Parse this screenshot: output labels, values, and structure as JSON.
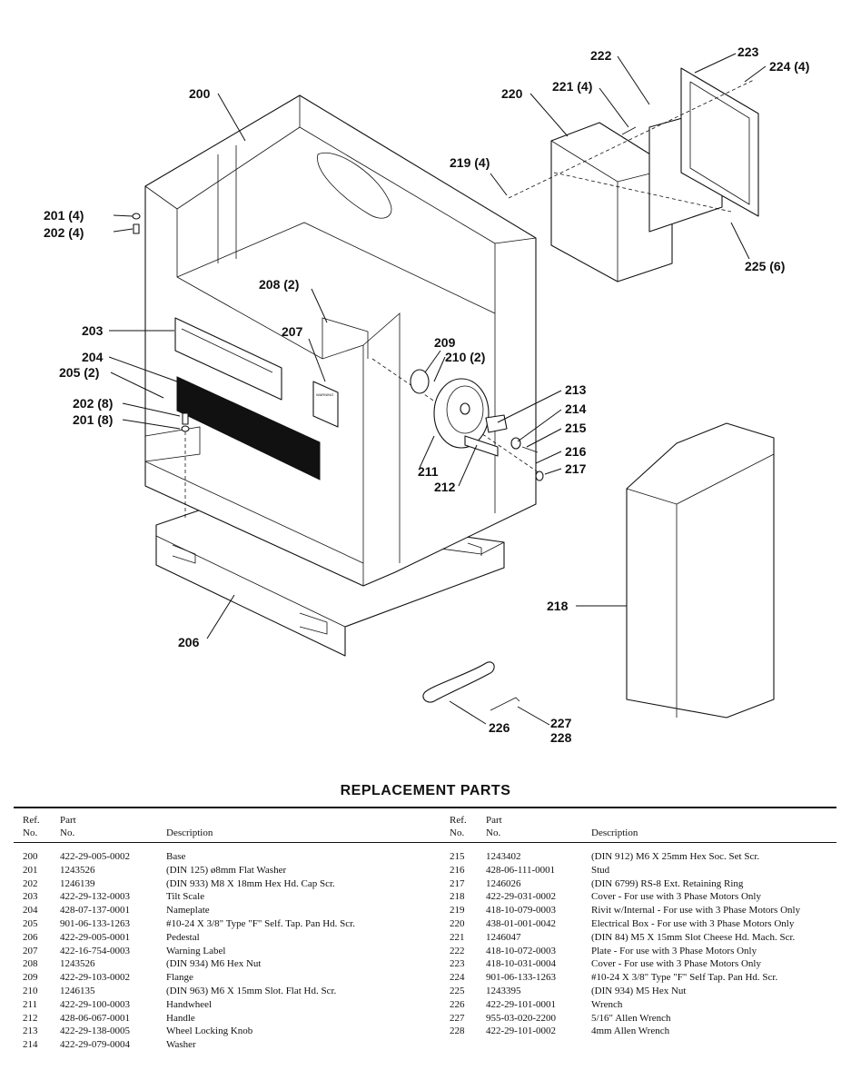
{
  "diagram": {
    "callouts": [
      {
        "id": "c200",
        "text": "200"
      },
      {
        "id": "c201a",
        "text": "201 (4)"
      },
      {
        "id": "c202a",
        "text": "202 (4)"
      },
      {
        "id": "c203",
        "text": "203"
      },
      {
        "id": "c204",
        "text": "204"
      },
      {
        "id": "c205",
        "text": "205 (2)"
      },
      {
        "id": "c202b",
        "text": "202 (8)"
      },
      {
        "id": "c201b",
        "text": "201 (8)"
      },
      {
        "id": "c206",
        "text": "206"
      },
      {
        "id": "c207",
        "text": "207"
      },
      {
        "id": "c208",
        "text": "208 (2)"
      },
      {
        "id": "c209",
        "text": "209"
      },
      {
        "id": "c210",
        "text": "210 (2)"
      },
      {
        "id": "c211",
        "text": "211"
      },
      {
        "id": "c212",
        "text": "212"
      },
      {
        "id": "c213",
        "text": "213"
      },
      {
        "id": "c214",
        "text": "214"
      },
      {
        "id": "c215",
        "text": "215"
      },
      {
        "id": "c216",
        "text": "216"
      },
      {
        "id": "c217",
        "text": "217"
      },
      {
        "id": "c218",
        "text": "218"
      },
      {
        "id": "c219",
        "text": "219 (4)"
      },
      {
        "id": "c220",
        "text": "220"
      },
      {
        "id": "c221",
        "text": "221 (4)"
      },
      {
        "id": "c222",
        "text": "222"
      },
      {
        "id": "c223",
        "text": "223"
      },
      {
        "id": "c224",
        "text": "224 (4)"
      },
      {
        "id": "c225",
        "text": "225 (6)"
      },
      {
        "id": "c226",
        "text": "226"
      },
      {
        "id": "c227",
        "text": "227"
      },
      {
        "id": "c228",
        "text": "228"
      }
    ],
    "nameplate_text": "WARNING"
  },
  "parts": {
    "title": "REPLACEMENT PARTS",
    "headers": {
      "ref_top": "Ref.",
      "ref_bottom": "No.",
      "part_top": "Part",
      "part_bottom": "No.",
      "description": "Description"
    },
    "left": [
      {
        "ref": "200",
        "part": "422-29-005-0002",
        "desc": "Base"
      },
      {
        "ref": "201",
        "part": "1243526",
        "desc": "(DIN 125) ø8mm Flat Washer"
      },
      {
        "ref": "202",
        "part": "1246139",
        "desc": "(DIN 933) M8 X 18mm Hex Hd. Cap Scr."
      },
      {
        "ref": "203",
        "part": "422-29-132-0003",
        "desc": "Tilt Scale"
      },
      {
        "ref": "204",
        "part": "428-07-137-0001",
        "desc": "Nameplate"
      },
      {
        "ref": "205",
        "part": "901-06-133-1263",
        "desc": "#10-24 X 3/8\" Type \"F\" Self. Tap. Pan Hd. Scr."
      },
      {
        "ref": "206",
        "part": "422-29-005-0001",
        "desc": "Pedestal"
      },
      {
        "ref": "207",
        "part": "422-16-754-0003",
        "desc": "Warning Label"
      },
      {
        "ref": "208",
        "part": "1243526",
        "desc": "(DIN 934) M6 Hex Nut"
      },
      {
        "ref": "209",
        "part": "422-29-103-0002",
        "desc": "Flange"
      },
      {
        "ref": "210",
        "part": "1246135",
        "desc": "(DIN 963) M6 X 15mm Slot. Flat Hd. Scr."
      },
      {
        "ref": "211",
        "part": "422-29-100-0003",
        "desc": "Handwheel"
      },
      {
        "ref": "212",
        "part": "428-06-067-0001",
        "desc": "Handle"
      },
      {
        "ref": "213",
        "part": "422-29-138-0005",
        "desc": "Wheel Locking Knob"
      },
      {
        "ref": "214",
        "part": "422-29-079-0004",
        "desc": "Washer"
      }
    ],
    "right": [
      {
        "ref": "215",
        "part": "1243402",
        "desc": "(DIN 912) M6 X 25mm Hex Soc. Set Scr."
      },
      {
        "ref": "216",
        "part": "428-06-111-0001",
        "desc": "Stud"
      },
      {
        "ref": "217",
        "part": "1246026",
        "desc": "(DIN 6799) RS-8 Ext. Retaining Ring"
      },
      {
        "ref": "218",
        "part": "422-29-031-0002",
        "desc": "Cover - For use with 3 Phase Motors Only"
      },
      {
        "ref": "219",
        "part": "418-10-079-0003",
        "desc": "Rivit w/Internal - For use with 3 Phase Motors Only"
      },
      {
        "ref": "220",
        "part": "438-01-001-0042",
        "desc": "Electrical Box - For use with 3 Phase Motors Only"
      },
      {
        "ref": "221",
        "part": "1246047",
        "desc": "(DIN 84) M5 X 15mm Slot Cheese Hd. Mach. Scr."
      },
      {
        "ref": "222",
        "part": "418-10-072-0003",
        "desc": "Plate - For use with 3 Phase Motors Only"
      },
      {
        "ref": "223",
        "part": "418-10-031-0004",
        "desc": "Cover - For use with 3 Phase Motors Only"
      },
      {
        "ref": "224",
        "part": "901-06-133-1263",
        "desc": "#10-24 X 3/8\" Type \"F\" Self Tap. Pan Hd. Scr."
      },
      {
        "ref": "225",
        "part": "1243395",
        "desc": "(DIN 934) M5 Hex Nut"
      },
      {
        "ref": "226",
        "part": "422-29-101-0001",
        "desc": "Wrench"
      },
      {
        "ref": "227",
        "part": "955-03-020-2200",
        "desc": "5/16\" Allen Wrench"
      },
      {
        "ref": "228",
        "part": "422-29-101-0002",
        "desc": "4mm Allen Wrench"
      }
    ]
  }
}
